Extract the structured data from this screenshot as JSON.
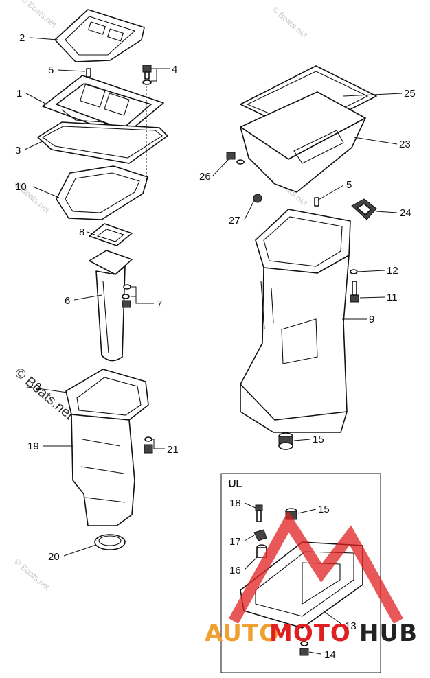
{
  "diagram": {
    "callouts": {
      "c1": "1",
      "c2a": "2",
      "c2b": "2",
      "c3": "3",
      "c4": "4",
      "c5a": "5",
      "c5b": "5",
      "c6": "6",
      "c7": "7",
      "c8": "8",
      "c9": "9",
      "c10": "10",
      "c11": "11",
      "c12": "12",
      "c13": "13",
      "c14": "14",
      "c15a": "15",
      "c15b": "15",
      "c16": "16",
      "c17": "17",
      "c18": "18",
      "c19": "19",
      "c20": "20",
      "c21": "21",
      "c23": "23",
      "c24": "24",
      "c25": "25",
      "c26": "26",
      "c27": "27"
    },
    "inset_title": "UL",
    "watermark_text": "© Boats.net",
    "logo": {
      "auto": "AUTO",
      "moto": "MOTO",
      "hub": "HUB",
      "color_orange": "#f0a030",
      "color_red": "#e02020",
      "color_dark": "#222222"
    }
  }
}
